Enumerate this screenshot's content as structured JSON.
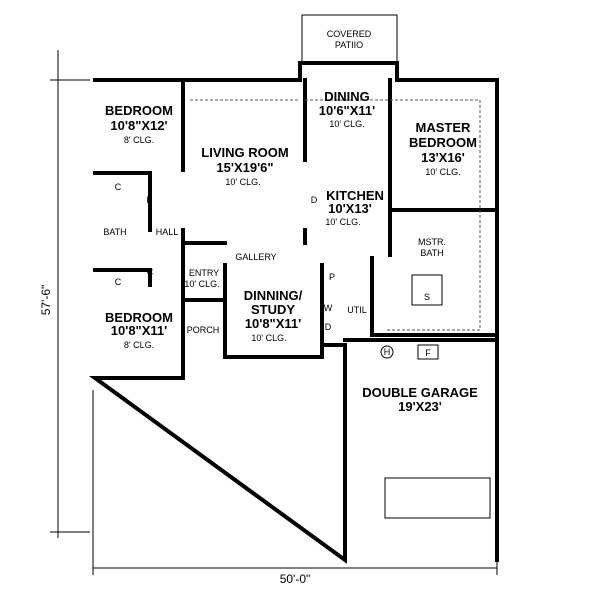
{
  "rooms": {
    "patio": {
      "line1": "COVERED",
      "line2": "PATIIO"
    },
    "bedroom1": {
      "name": "BEDROOM",
      "size": "10'8\"X12'",
      "ceiling": "8' CLG."
    },
    "living": {
      "name": "LIVING ROOM",
      "size": "15'X19'6\"",
      "ceiling": "10' CLG."
    },
    "dining": {
      "name": "DINING",
      "size": "10'6\"X11'",
      "ceiling": "10' CLG."
    },
    "master": {
      "name1": "MASTER",
      "name2": "BEDROOM",
      "size": "13'X16'",
      "ceiling": "10' CLG."
    },
    "kitchen": {
      "name": "KITCHEN",
      "size": "10'X13'",
      "ceiling": "10' CLG."
    },
    "bath": {
      "name": "BATH"
    },
    "hall": {
      "name": "HALL"
    },
    "gallery": {
      "name": "GALLERY"
    },
    "entry": {
      "name": "ENTRY",
      "ceiling": "10' CLG."
    },
    "master_bath": {
      "line1": "MSTR.",
      "line2": "BATH"
    },
    "bedroom2": {
      "name": "BEDROOM",
      "size": "10'8\"X11'",
      "ceiling": "8' CLG."
    },
    "porch": {
      "name": "PORCH"
    },
    "study": {
      "name1": "DINNING/",
      "name2": "STUDY",
      "size": "10'8\"X11'",
      "ceiling": "10' CLG."
    },
    "util": {
      "name": "UTIL"
    },
    "garage": {
      "name": "DOUBLE GARAGE",
      "size": "19'X23'"
    }
  },
  "fixtures": {
    "closet": "C",
    "linen": "L",
    "pantry": "P",
    "washer": "W",
    "dryer": "D",
    "dishwasher": "D",
    "shower": "S",
    "heater": "H",
    "furnace": "F"
  },
  "dimensions": {
    "depth": "57'-6\"",
    "width": "50'-0\""
  }
}
